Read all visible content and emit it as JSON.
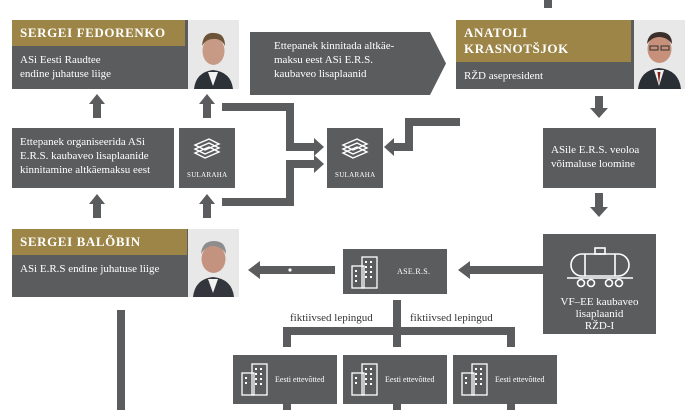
{
  "persons": {
    "fedorenko": {
      "name": "SERGEI FEDORENKO",
      "role_line1": "ASi Eesti Raudtee",
      "role_line2": "endine juhatuse liige"
    },
    "krasnotsjok": {
      "name_line1": "ANATOLI",
      "name_line2": "KRASNOTŠJOK",
      "role": "RŽD asepresident"
    },
    "balobin": {
      "name": "SERGEI BALÕBIN",
      "role": "ASi E.R.S endine juhatuse liige"
    }
  },
  "steps": {
    "proposal_approve": {
      "line1": "Ettepanek kinnitada altkäe-",
      "line2": "maksu eest ASi E.R.S.",
      "line3": "kaubaveo lisaplaanid"
    },
    "proposal_organize": {
      "line1": "Ettepanek organiseerida ASi",
      "line2": "E.R.S. kaubaveo lisaplaanide",
      "line3": "kinnitamine altkäemaksu eest"
    },
    "transport_opportunity": {
      "line1": "ASile E.R.S. veoloa",
      "line2": "võimaluse loomine"
    },
    "tank_caption": {
      "line1": "VF–EE kaubaveo",
      "line2": "lisaplaanid",
      "line3": "RŽD-I"
    }
  },
  "cash_label": "SULARAHA",
  "cash_label_2": "SULARAHA",
  "company": {
    "label": "ASE.R.S."
  },
  "contracts": {
    "left": "fiktiivsed lepingud",
    "right": "fiktiivsed lepingud"
  },
  "estonian_companies": {
    "c1": "Eesti ettevõtted",
    "c2": "Eesti ettevõtted",
    "c3": "Eesti ettevõtted"
  },
  "colors": {
    "box": "#5b5c5e",
    "gold": "#9c8547",
    "arrow": "#5b5c5e"
  }
}
